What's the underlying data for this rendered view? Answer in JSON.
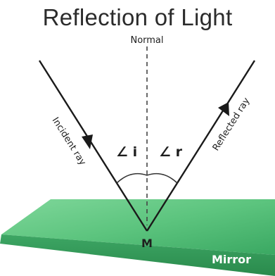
{
  "title": "Reflection of Light",
  "labels": {
    "normal": "Normal",
    "incident_ray": "Incident ray",
    "reflected_ray": "Reflected ray",
    "angle_incidence": "∠ i",
    "angle_reflection": "∠ r",
    "point": "M",
    "mirror": "Mirror"
  },
  "colors": {
    "mirror_top": "#57c27a",
    "mirror_front": "#2f9a55",
    "ray": "#1a1a1a",
    "text": "#1e1e1e"
  }
}
